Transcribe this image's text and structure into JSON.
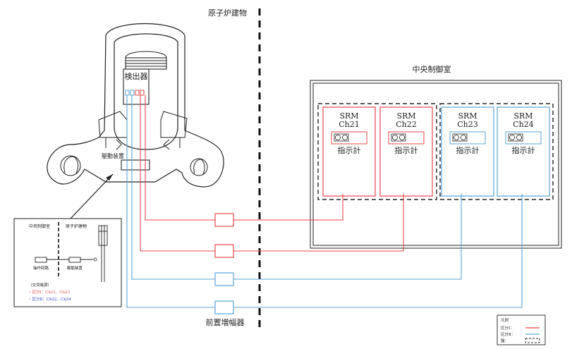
{
  "labels": {
    "reactor_building": "原子炉建物",
    "central_control_room": "中央制御室",
    "detector": "検出器",
    "drive_unit": "駆動装置",
    "preamplifier": "前置増幅器",
    "srm": "SRM",
    "indicator": "指示計"
  },
  "panels": [
    {
      "name": "Ch21",
      "division": "I"
    },
    {
      "name": "Ch22",
      "division": "I"
    },
    {
      "name": "Ch23",
      "division": "II"
    },
    {
      "name": "Ch24",
      "division": "II"
    }
  ],
  "inset": {
    "central_control_room": "中央制御室",
    "reactor_building": "原子炉建物",
    "operation_circuit": "操作回路",
    "drive_unit": "駆動装置",
    "ac_power_title": "（交流電源）",
    "division1_line": "・区分Ⅰ：Ch21、Ch23",
    "division2_line": "・区分Ⅱ：Ch22、Ch24"
  },
  "legend": {
    "title": "凡例",
    "division1": "区分Ⅰ：",
    "division2": "区分Ⅱ：",
    "panel": "盤："
  },
  "colors": {
    "division1": "#e8474a",
    "division2": "#5ba4d6",
    "line": "#222222",
    "divider": "#111111"
  }
}
